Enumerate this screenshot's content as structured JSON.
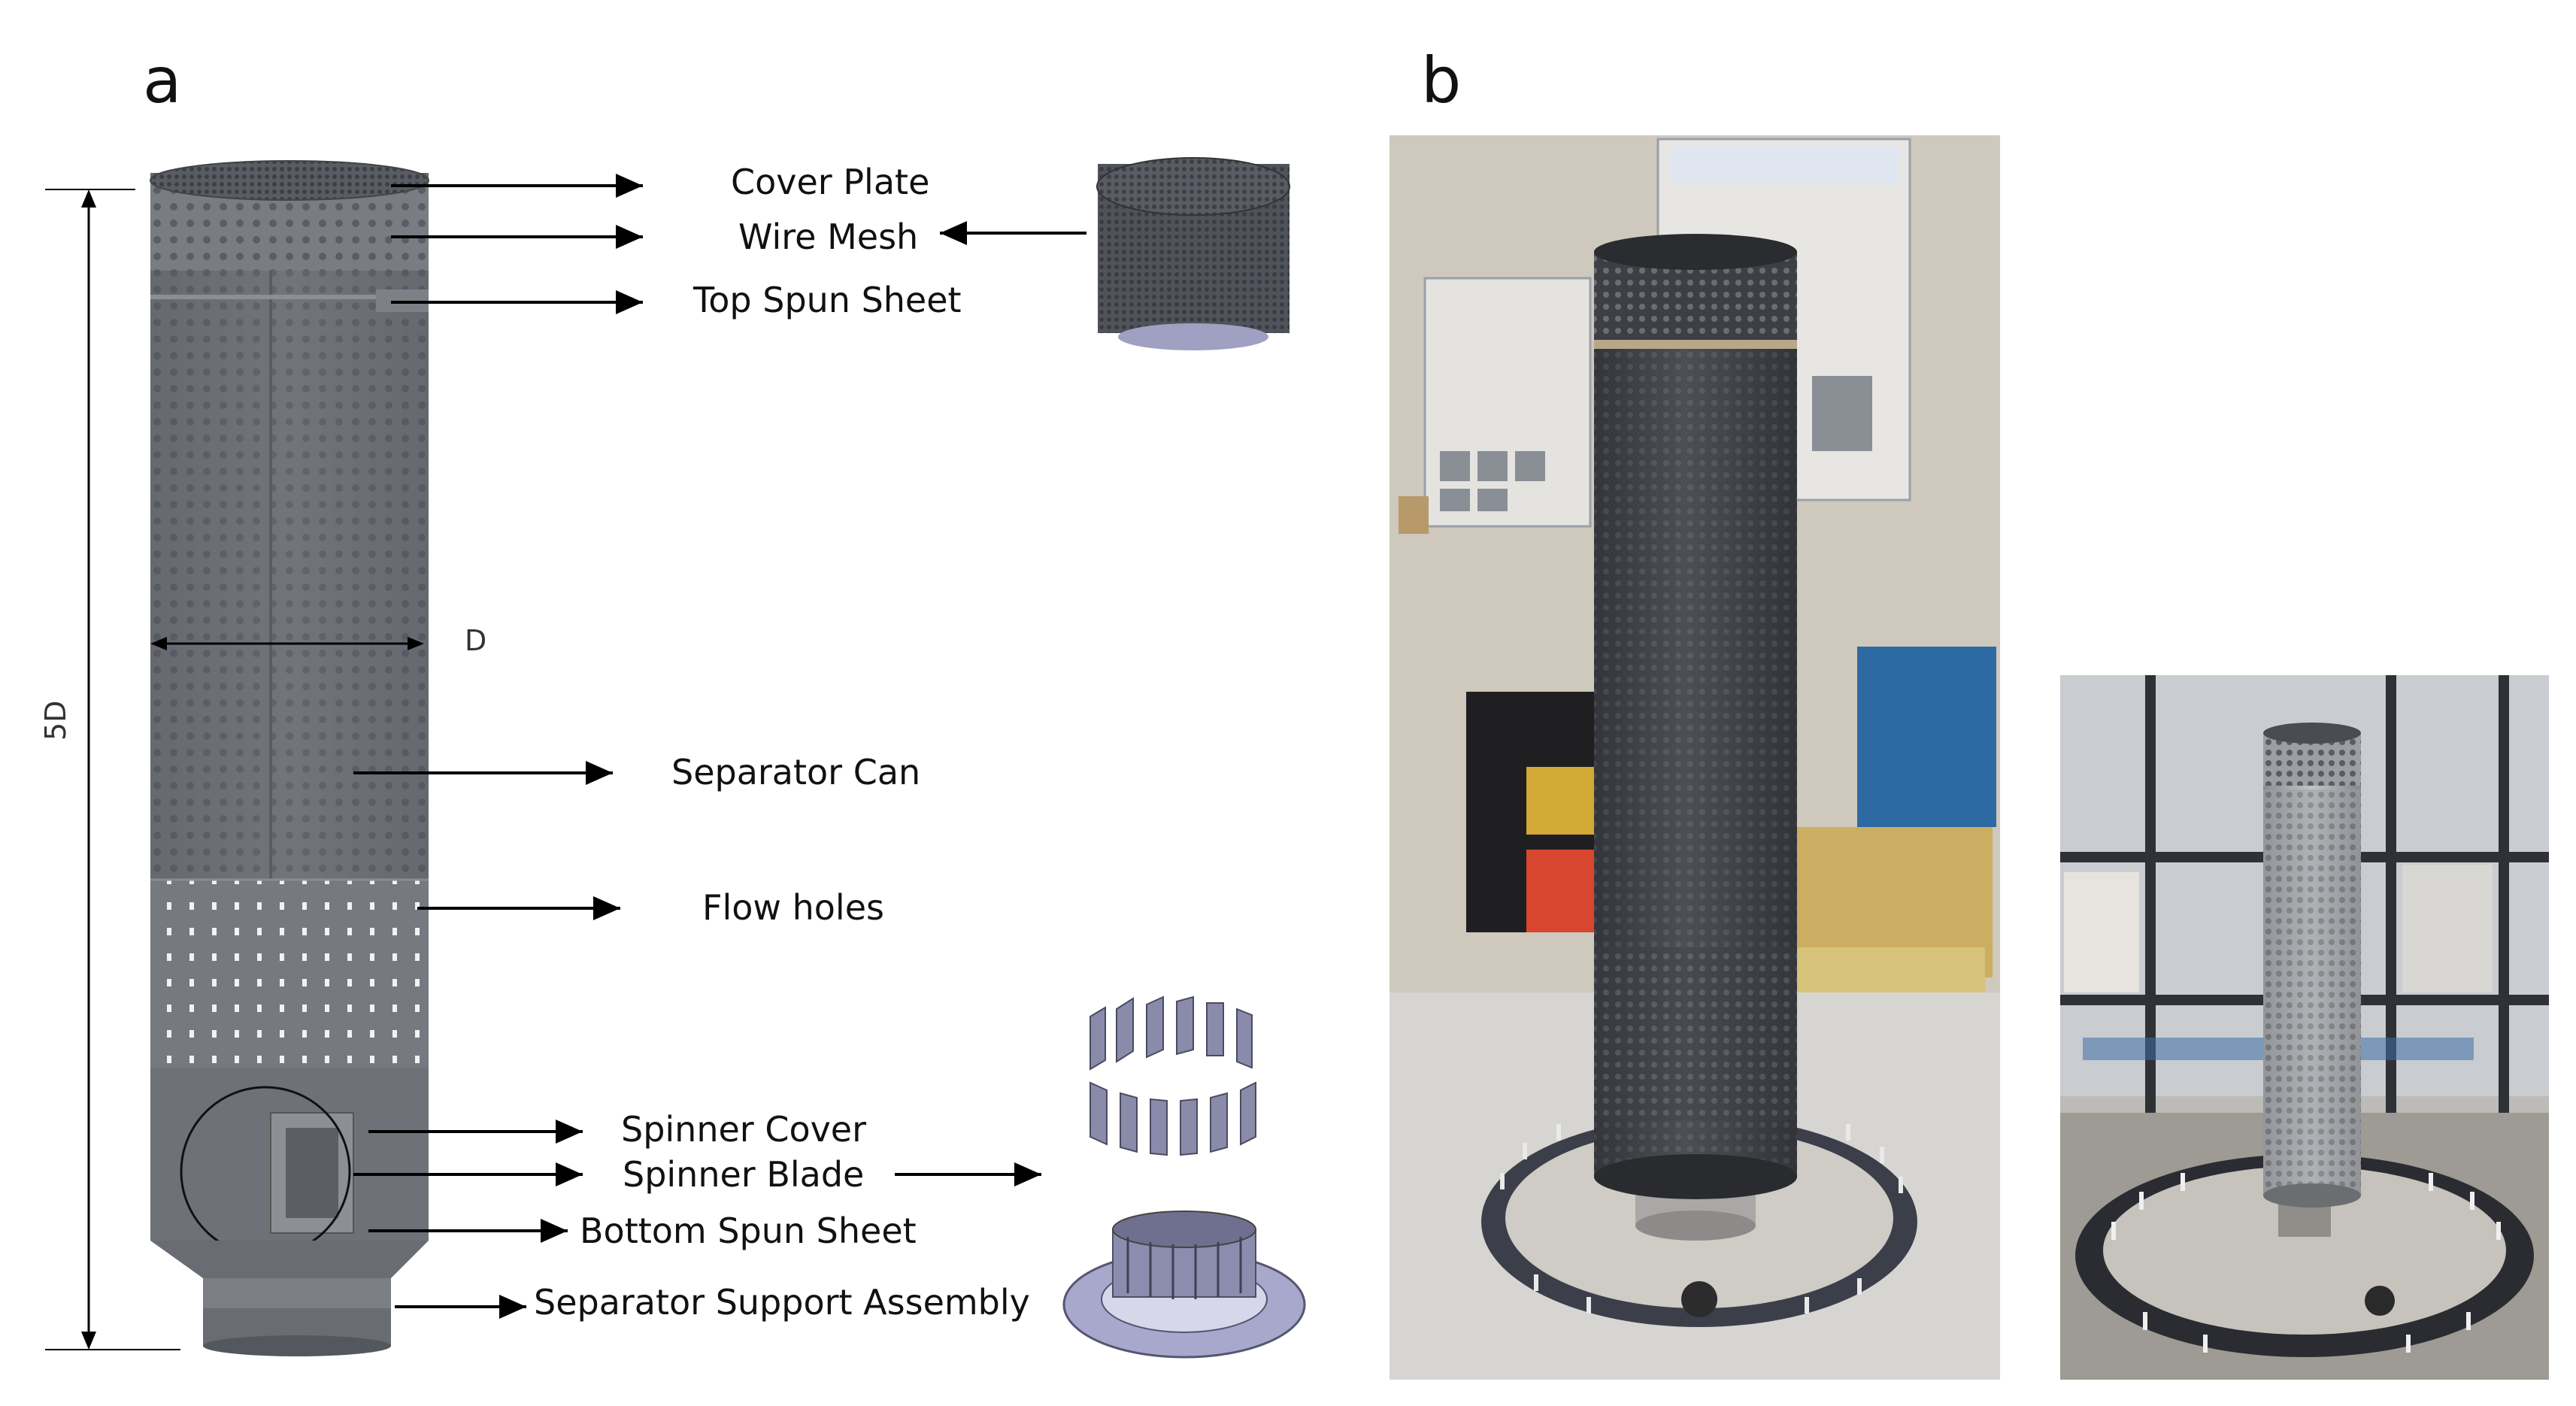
{
  "panels": {
    "a_letter": "a",
    "b_letter": "b"
  },
  "dimensions": {
    "diameter": "D",
    "height": "5D"
  },
  "labels": {
    "cover_plate": "Cover Plate",
    "wire_mesh": "Wire Mesh",
    "top_spun_sheet": "Top Spun Sheet",
    "separator_can": "Separator Can",
    "flow_holes": "Flow holes",
    "spinner_cover": "Spinner Cover",
    "spinner_blade": "Spinner Blade",
    "bottom_spun_sheet": "Bottom Spun Sheet",
    "separator_support_assembly": "Separator Support Assembly"
  },
  "colors": {
    "steel": "#6d6f76",
    "steel_dark": "#4f5158",
    "steel_light": "#8a8c93",
    "part_blue": "#8e8fb0",
    "photo_wall": "#cfc8bd",
    "photo_floor": "#b9b7b3"
  }
}
